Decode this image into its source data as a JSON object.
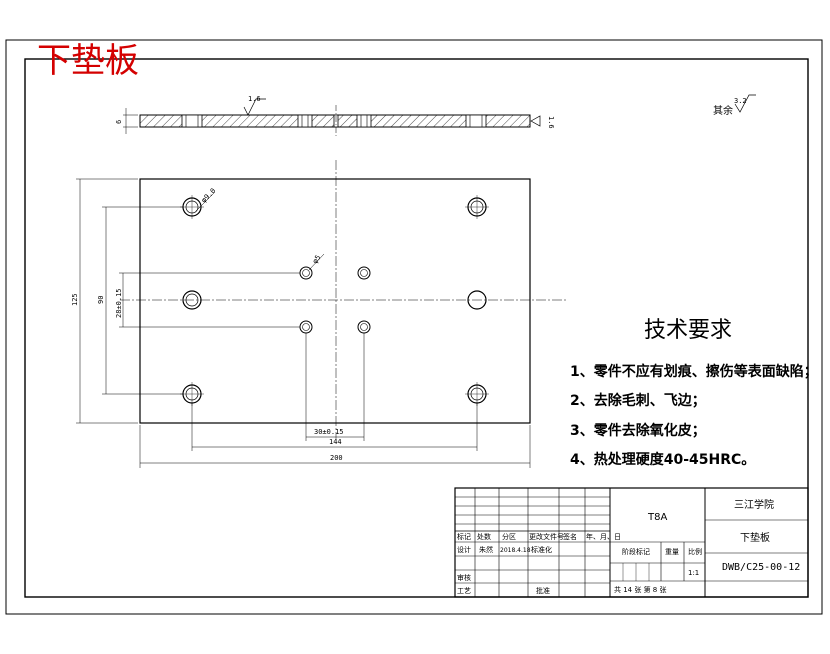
{
  "drawing": {
    "part_title": "下垫板",
    "roughness_other_label": "其余",
    "roughness_other_value": "3.2",
    "roughness_top_value": "1.6",
    "roughness_side_value": "1.6",
    "thickness_dim": "6",
    "hole_dia_large": "φ9.0",
    "hole_dia_small": "φ5",
    "dim_height_total": "125",
    "dim_height_outer_holes": "90",
    "dim_height_inner_holes": "28±0.15",
    "dim_width_inner_holes": "30±0.15",
    "dim_width_outer_holes": "144",
    "dim_width_total": "200"
  },
  "tech_requirements": {
    "title": "技术要求",
    "items": [
      "1、零件不应有划痕、擦伤等表面缺陷；",
      "2、去除毛刺、飞边；",
      "3、零件去除氧化皮；",
      "4、热处理硬度40-45HRC。"
    ]
  },
  "title_block": {
    "material": "T8A",
    "school": "三江学院",
    "part_name": "下垫板",
    "drawing_number": "DWB/C25-00-12",
    "scale": "1:1",
    "header_labels": [
      "标记",
      "处数",
      "分区",
      "更改文件号",
      "签名",
      "年、月、日"
    ],
    "row_design": [
      "设计",
      "朱然",
      "2018.4.18",
      "标准化"
    ],
    "label_review": "审核",
    "label_process": "工艺",
    "label_approve": "批准",
    "label_stage_mark": "阶段标记",
    "label_weight": "重量",
    "label_scale": "比例",
    "sheets": "共  14  张     第  8  张"
  }
}
